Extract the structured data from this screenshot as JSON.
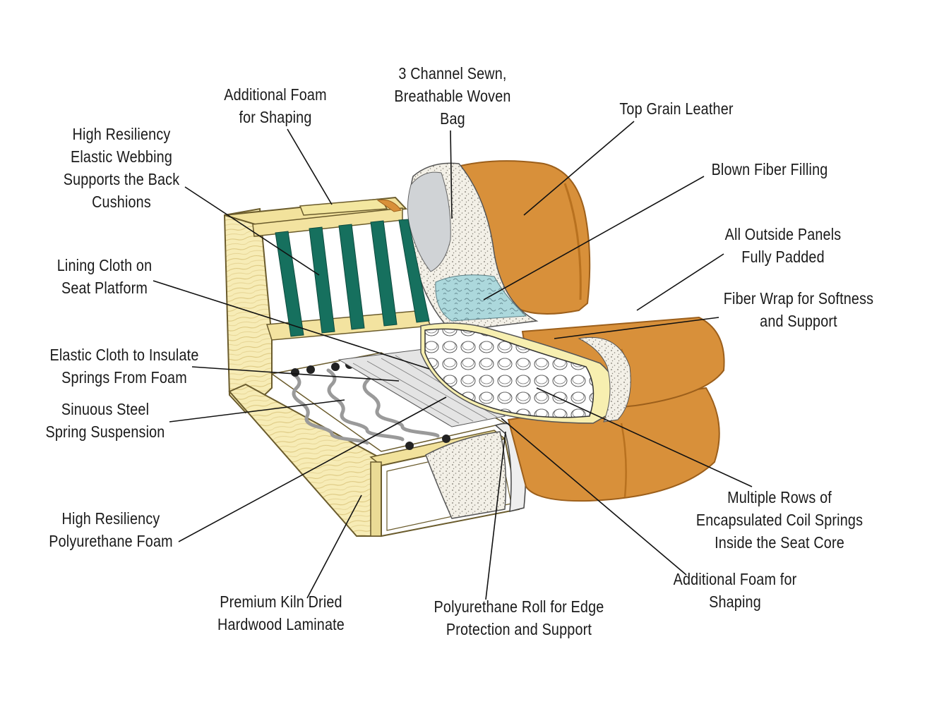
{
  "colors": {
    "leather": "#d8903a",
    "leather_dark": "#b8711f",
    "wood": "#f6eab0",
    "wood_grain": "#d9c47c",
    "webbing": "#16705e",
    "foam_yellow": "#f7efb0",
    "fiber_blue": "#a9d7dc",
    "speckle": "#f2efe6",
    "grey_bag": "#d0d3d6",
    "leader": "#111111"
  },
  "labels": [
    {
      "id": "additional-foam-shaping-top",
      "lines": [
        "Additional Foam",
        "for Shaping"
      ]
    },
    {
      "id": "channel-sewn-bag",
      "lines": [
        "3 Channel Sewn,",
        "Breathable Woven",
        "Bag"
      ]
    },
    {
      "id": "top-grain-leather",
      "lines": [
        "Top Grain Leather"
      ]
    },
    {
      "id": "elastic-webbing",
      "lines": [
        "High Resiliency",
        "Elastic Webbing",
        "Supports the Back",
        "Cushions"
      ]
    },
    {
      "id": "blown-fiber-filling",
      "lines": [
        "Blown Fiber Filling"
      ]
    },
    {
      "id": "outside-panels-padded",
      "lines": [
        "All Outside Panels",
        "Fully Padded"
      ]
    },
    {
      "id": "lining-cloth",
      "lines": [
        "Lining Cloth on",
        "Seat Platform"
      ]
    },
    {
      "id": "fiber-wrap",
      "lines": [
        "Fiber Wrap for Softness",
        "and Support"
      ]
    },
    {
      "id": "elastic-cloth",
      "lines": [
        "Elastic Cloth to Insulate",
        "Springs From Foam"
      ]
    },
    {
      "id": "sinuous-spring",
      "lines": [
        "Sinuous Steel",
        "Spring Suspension"
      ]
    },
    {
      "id": "coil-springs",
      "lines": [
        "Multiple Rows of",
        "Encapsulated Coil Springs",
        "Inside the Seat Core"
      ]
    },
    {
      "id": "hr-polyurethane-foam",
      "lines": [
        "High Resiliency",
        "Polyurethane Foam"
      ]
    },
    {
      "id": "additional-foam-shaping-bottom",
      "lines": [
        "Additional Foam for",
        "Shaping"
      ]
    },
    {
      "id": "kiln-dried-hardwood",
      "lines": [
        "Premium Kiln Dried",
        "Hardwood Laminate"
      ]
    },
    {
      "id": "polyurethane-roll",
      "lines": [
        "Polyurethane Roll for Edge",
        "Protection and Support"
      ]
    }
  ]
}
